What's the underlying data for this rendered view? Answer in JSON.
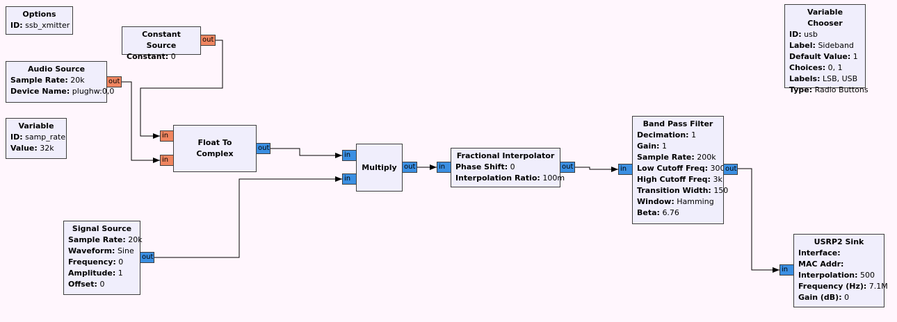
{
  "blocks": {
    "options": {
      "title": "Options",
      "params": [
        {
          "k": "ID:",
          "v": "ssb_xmitter"
        }
      ]
    },
    "constant_source": {
      "title": "Constant Source",
      "params": [
        {
          "k": "Constant:",
          "v": "0"
        }
      ]
    },
    "audio_source": {
      "title": "Audio Source",
      "params": [
        {
          "k": "Sample Rate:",
          "v": "20k"
        },
        {
          "k": "Device Name:",
          "v": "plughw:0,0"
        }
      ]
    },
    "variable": {
      "title": "Variable",
      "params": [
        {
          "k": "ID:",
          "v": "samp_rate"
        },
        {
          "k": "Value:",
          "v": "32k"
        }
      ]
    },
    "float_to_complex": {
      "title": "Float To Complex"
    },
    "multiply": {
      "title": "Multiply"
    },
    "fractional_interpolator": {
      "title": "Fractional Interpolator",
      "params": [
        {
          "k": "Phase Shift:",
          "v": "0"
        },
        {
          "k": "Interpolation Ratio:",
          "v": "100m"
        }
      ]
    },
    "band_pass_filter": {
      "title": "Band Pass Filter",
      "params": [
        {
          "k": "Decimation:",
          "v": "1"
        },
        {
          "k": "Gain:",
          "v": "1"
        },
        {
          "k": "Sample Rate:",
          "v": "200k"
        },
        {
          "k": "Low Cutoff Freq:",
          "v": "300"
        },
        {
          "k": "High Cutoff Freq:",
          "v": "3k"
        },
        {
          "k": "Transition Width:",
          "v": "150"
        },
        {
          "k": "Window:",
          "v": "Hamming"
        },
        {
          "k": "Beta:",
          "v": "6.76"
        }
      ]
    },
    "signal_source": {
      "title": "Signal Source",
      "params": [
        {
          "k": "Sample Rate:",
          "v": "20k"
        },
        {
          "k": "Waveform:",
          "v": "Sine"
        },
        {
          "k": "Frequency:",
          "v": "0"
        },
        {
          "k": "Amplitude:",
          "v": "1"
        },
        {
          "k": "Offset:",
          "v": "0"
        }
      ]
    },
    "variable_chooser": {
      "title": "Variable Chooser",
      "params": [
        {
          "k": "ID:",
          "v": "usb"
        },
        {
          "k": "Label:",
          "v": "Sideband"
        },
        {
          "k": "Default Value:",
          "v": "1"
        },
        {
          "k": "Choices:",
          "v": "0, 1"
        },
        {
          "k": "Labels:",
          "v": "LSB, USB"
        },
        {
          "k": "Type:",
          "v": "Radio Buttons"
        }
      ]
    },
    "usrp2_sink": {
      "title": "USRP2 Sink",
      "params": [
        {
          "k": "Interface:",
          "v": ""
        },
        {
          "k": "MAC Addr:",
          "v": ""
        },
        {
          "k": "Interpolation:",
          "v": "500"
        },
        {
          "k": "Frequency (Hz):",
          "v": "7.1M"
        },
        {
          "k": "Gain (dB):",
          "v": "0"
        }
      ]
    }
  },
  "ports": {
    "in": "in",
    "out": "out"
  },
  "colors": {
    "background": "#fff6fd",
    "block_fill": "#f0eefc",
    "port_complex": "#3b8fe2",
    "port_float": "#f08560"
  }
}
